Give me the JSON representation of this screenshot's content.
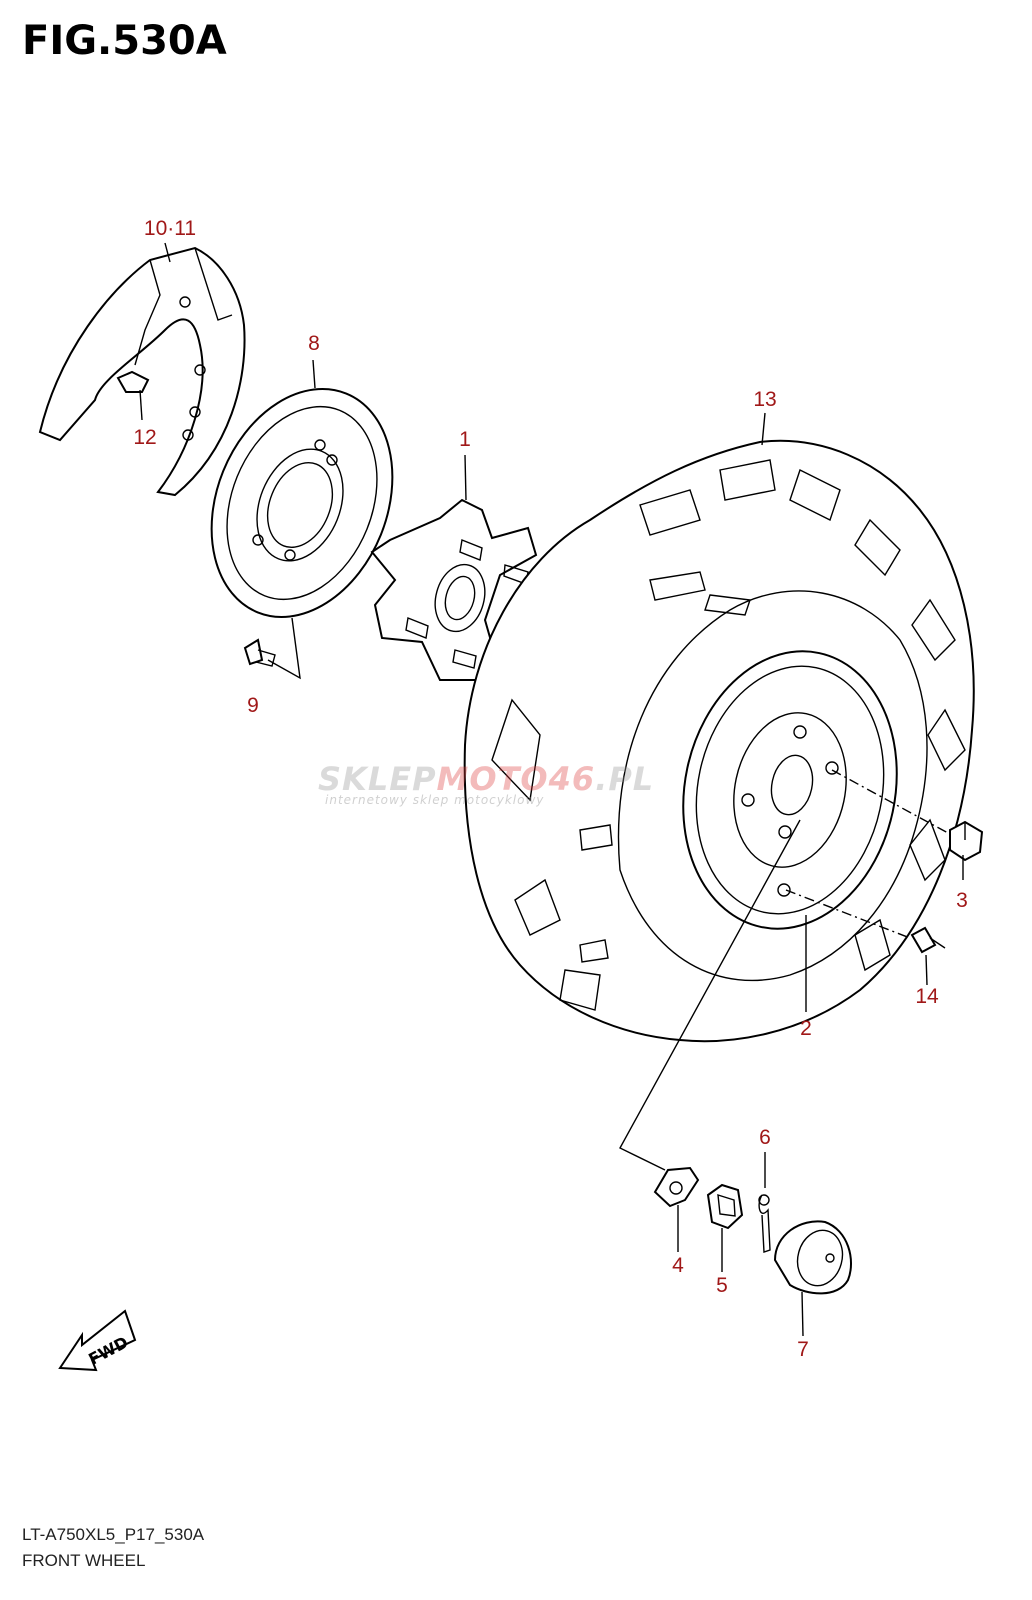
{
  "figure": {
    "title": "FIG.530A",
    "model_code": "LT-A750XL5_P17_530A",
    "caption": "FRONT WHEEL"
  },
  "watermark": {
    "brand_main": "SKLEP",
    "brand_accent": "MOTO46",
    "brand_suffix": ".PL",
    "tagline": "internetowy sklep motocyklowy"
  },
  "callouts": {
    "c1": "1",
    "c2": "2",
    "c3": "3",
    "c4": "4",
    "c5": "5",
    "c6": "6",
    "c7": "7",
    "c8": "8",
    "c9": "9",
    "c10_11": "10·11",
    "c12": "12",
    "c13": "13",
    "c14": "14"
  },
  "fwd_label": "FWD",
  "colors": {
    "callout": "#a01818",
    "line": "#000000"
  }
}
